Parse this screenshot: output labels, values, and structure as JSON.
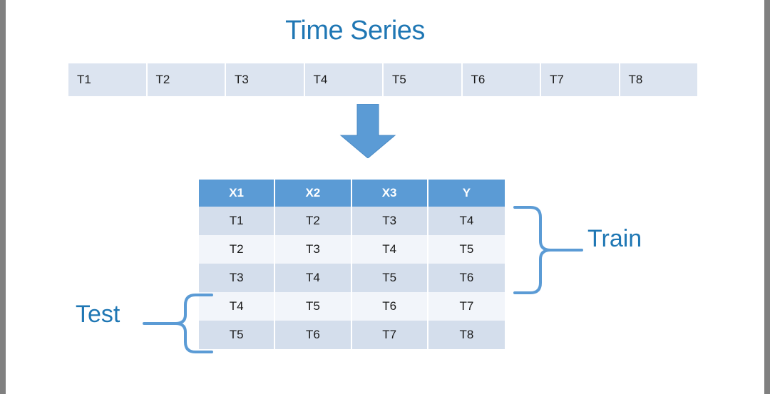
{
  "slide": {
    "title": "Time Series",
    "title_color": "#1F77B4",
    "background": "#ffffff",
    "letterbox_color": "#808080"
  },
  "time_series": {
    "cells": [
      "T1",
      "T2",
      "T3",
      "T4",
      "T5",
      "T6",
      "T7",
      "T8"
    ],
    "cell_color": "#DCE4F0"
  },
  "arrow": {
    "icon": "arrow-down-icon",
    "color": "#5B9BD5",
    "direction": "down"
  },
  "table": {
    "headers": [
      "X1",
      "X2",
      "X3",
      "Y"
    ],
    "header_bg": "#5B9BD5",
    "header_text_color": "#ffffff",
    "row_odd_bg": "#D4DEEC",
    "row_even_bg": "#F2F5FA",
    "rows": [
      [
        "T1",
        "T2",
        "T3",
        "T4"
      ],
      [
        "T2",
        "T3",
        "T4",
        "T5"
      ],
      [
        "T3",
        "T4",
        "T5",
        "T6"
      ],
      [
        "T4",
        "T5",
        "T6",
        "T7"
      ],
      [
        "T5",
        "T6",
        "T7",
        "T8"
      ]
    ]
  },
  "annotations": {
    "train": {
      "label": "Train",
      "color": "#2E75B6",
      "brace": "right-brace-icon",
      "covers_rows": [
        1,
        2,
        3
      ]
    },
    "test": {
      "label": "Test",
      "color": "#2E75B6",
      "brace": "left-brace-icon",
      "covers_rows": [
        4,
        5
      ]
    }
  }
}
